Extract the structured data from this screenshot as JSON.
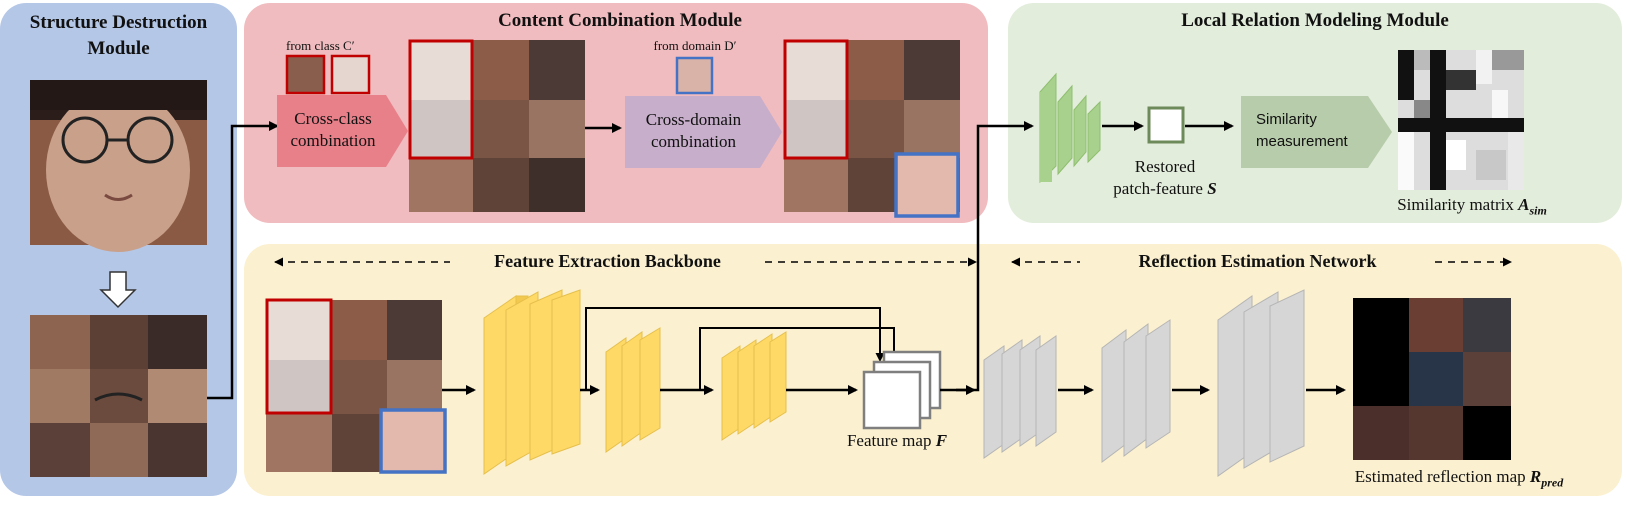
{
  "structure_destruction": {
    "title_line1": "Structure Destruction",
    "title_line2": "Module"
  },
  "content_combination": {
    "title": "Content Combination Module",
    "from_class": "from class C′",
    "cross_class_line1": "Cross-class",
    "cross_class_line2": "combination",
    "from_domain": "from domain D′",
    "cross_domain_line1": "Cross-domain",
    "cross_domain_line2": "combination"
  },
  "local_relation": {
    "title": "Local Relation Modeling Module",
    "restored_line1": "Restored",
    "restored_line2": "patch-feature",
    "restored_symbol": "S",
    "similarity_line1": "Similarity",
    "similarity_line2": "measurement",
    "matrix_label": "Similarity matrix",
    "matrix_symbol": "A",
    "matrix_subscript": "sim"
  },
  "bottom": {
    "backbone_title": "Feature Extraction Backbone",
    "ren_title": "Reflection Estimation Network",
    "feature_map_label": "Feature map",
    "feature_map_symbol": "F",
    "estimated_label": "Estimated reflection map",
    "estimated_symbol": "R",
    "estimated_subscript": "pred"
  },
  "colors": {
    "blue_panel": "#b4c7e7",
    "red_panel": "#f0bcbf",
    "green_panel": "#e3eddc",
    "yellow_panel": "#fbf0cf",
    "red_box": "#c00000",
    "blue_box": "#4472c4",
    "green_block": "#a9d18e",
    "yellow_block": "#ffd966",
    "gray_block": "#d0d0d0"
  }
}
